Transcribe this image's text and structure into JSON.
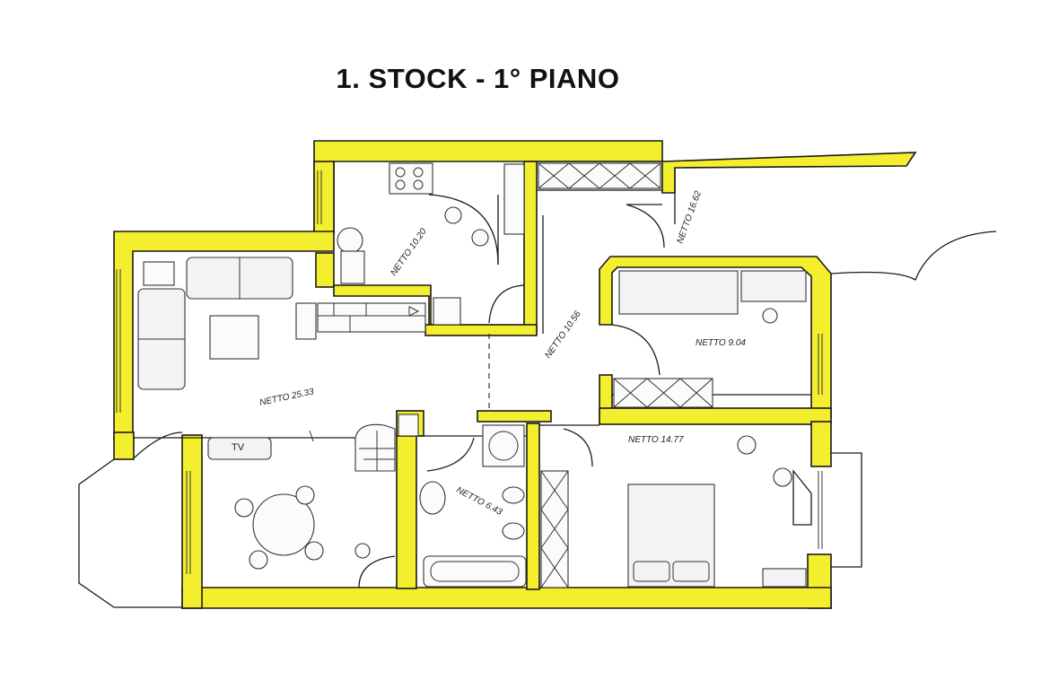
{
  "title": "1. STOCK - 1° PIANO",
  "rooms": {
    "living": "NETTO 25.33",
    "kitchen": "NETTO 10.20",
    "hall": "NETTO 10.56",
    "entry": "NETTO 16.62",
    "bedroom_small": "NETTO 9.04",
    "bathroom": "NETTO 6.43",
    "bedroom_master": "NETTO 14.77"
  },
  "furniture": {
    "tv_label": "TV"
  },
  "colors": {
    "wall_fill": "#f4ef2e",
    "ink": "#1a1a1a"
  }
}
